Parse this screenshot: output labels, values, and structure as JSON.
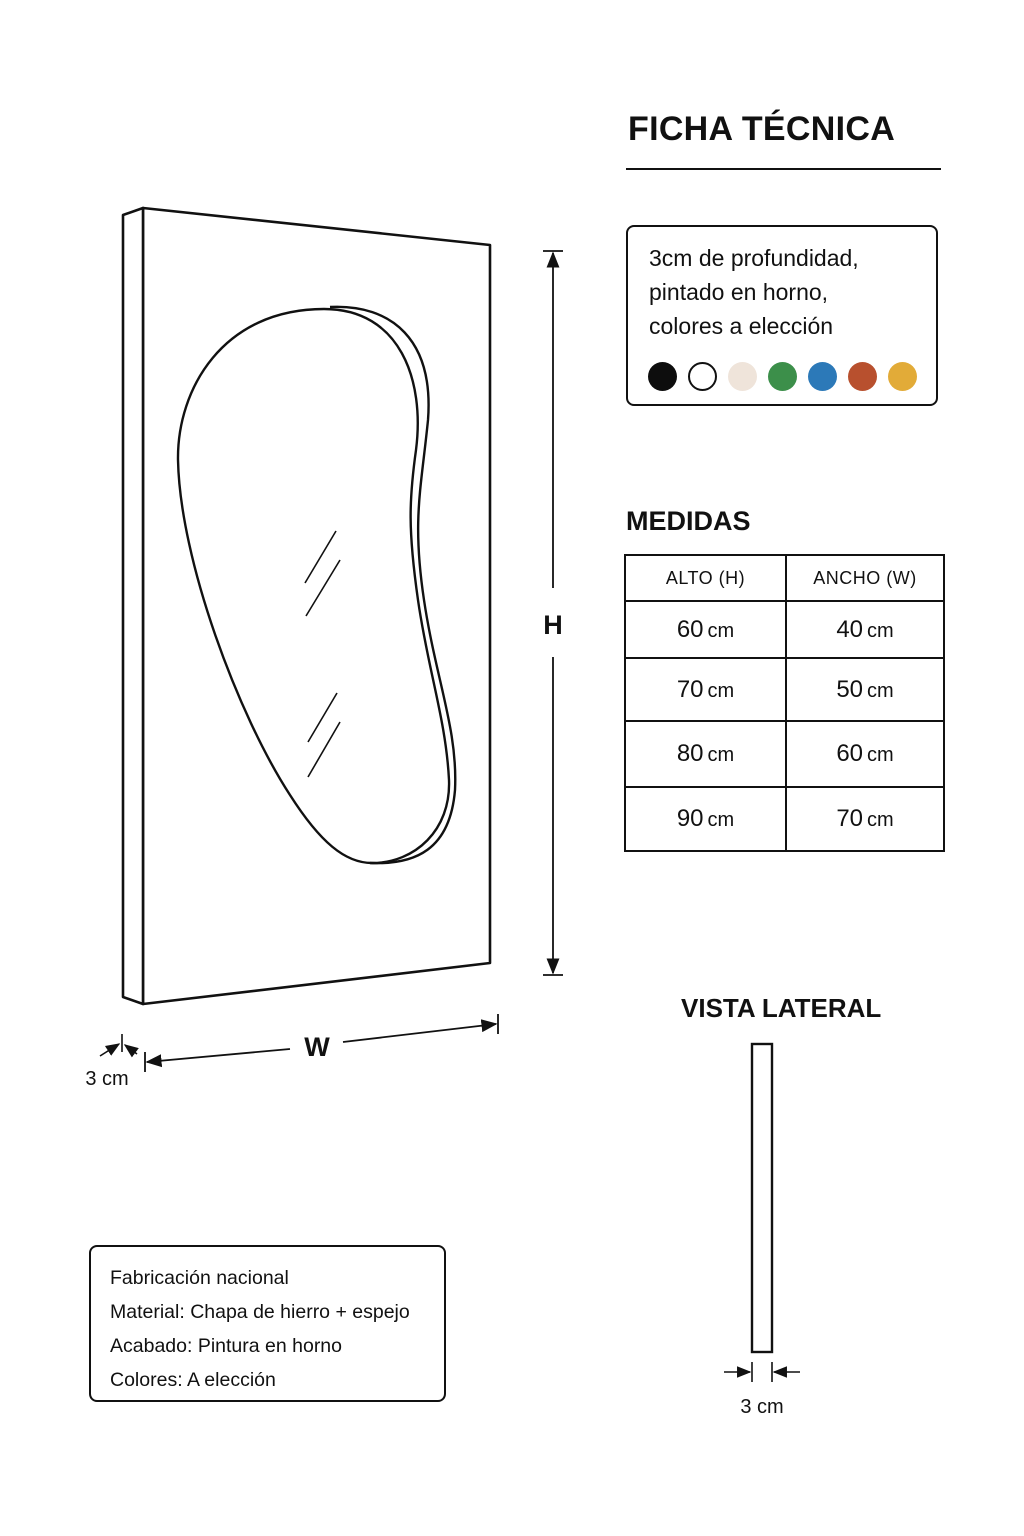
{
  "header": {
    "title": "FICHA TÉCNICA"
  },
  "description": {
    "lines": [
      "3cm de profundidad,",
      "pintado en horno,",
      "colores a elección"
    ],
    "swatches": [
      {
        "icon": "black-swatch-icon",
        "color": "#0d0d0d"
      },
      {
        "icon": "white-swatch-icon",
        "color": "#ffffff"
      },
      {
        "icon": "cream-swatch-icon",
        "color": "#efe4da"
      },
      {
        "icon": "green-swatch-icon",
        "color": "#3c8f4a"
      },
      {
        "icon": "blue-swatch-icon",
        "color": "#2c79b8"
      },
      {
        "icon": "orange-swatch-icon",
        "color": "#b8502e"
      },
      {
        "icon": "yellow-swatch-icon",
        "color": "#e2ab38"
      }
    ]
  },
  "medidas": {
    "heading": "MEDIDAS",
    "columns": [
      "ALTO (H)",
      "ANCHO (W)"
    ],
    "unit": "cm",
    "rows": [
      {
        "alto": "60",
        "ancho": "40"
      },
      {
        "alto": "70",
        "ancho": "50"
      },
      {
        "alto": "80",
        "ancho": "60"
      },
      {
        "alto": "90",
        "ancho": "70"
      }
    ]
  },
  "drawing": {
    "height_label": "H",
    "width_label": "W",
    "depth_label": "3 cm"
  },
  "side_view": {
    "heading": "VISTA LATERAL",
    "depth_label": "3 cm"
  },
  "info": {
    "lines": [
      "Fabricación nacional",
      "Material: Chapa de hierro + espejo",
      "Acabado: Pintura en horno",
      "Colores: A elección"
    ]
  }
}
